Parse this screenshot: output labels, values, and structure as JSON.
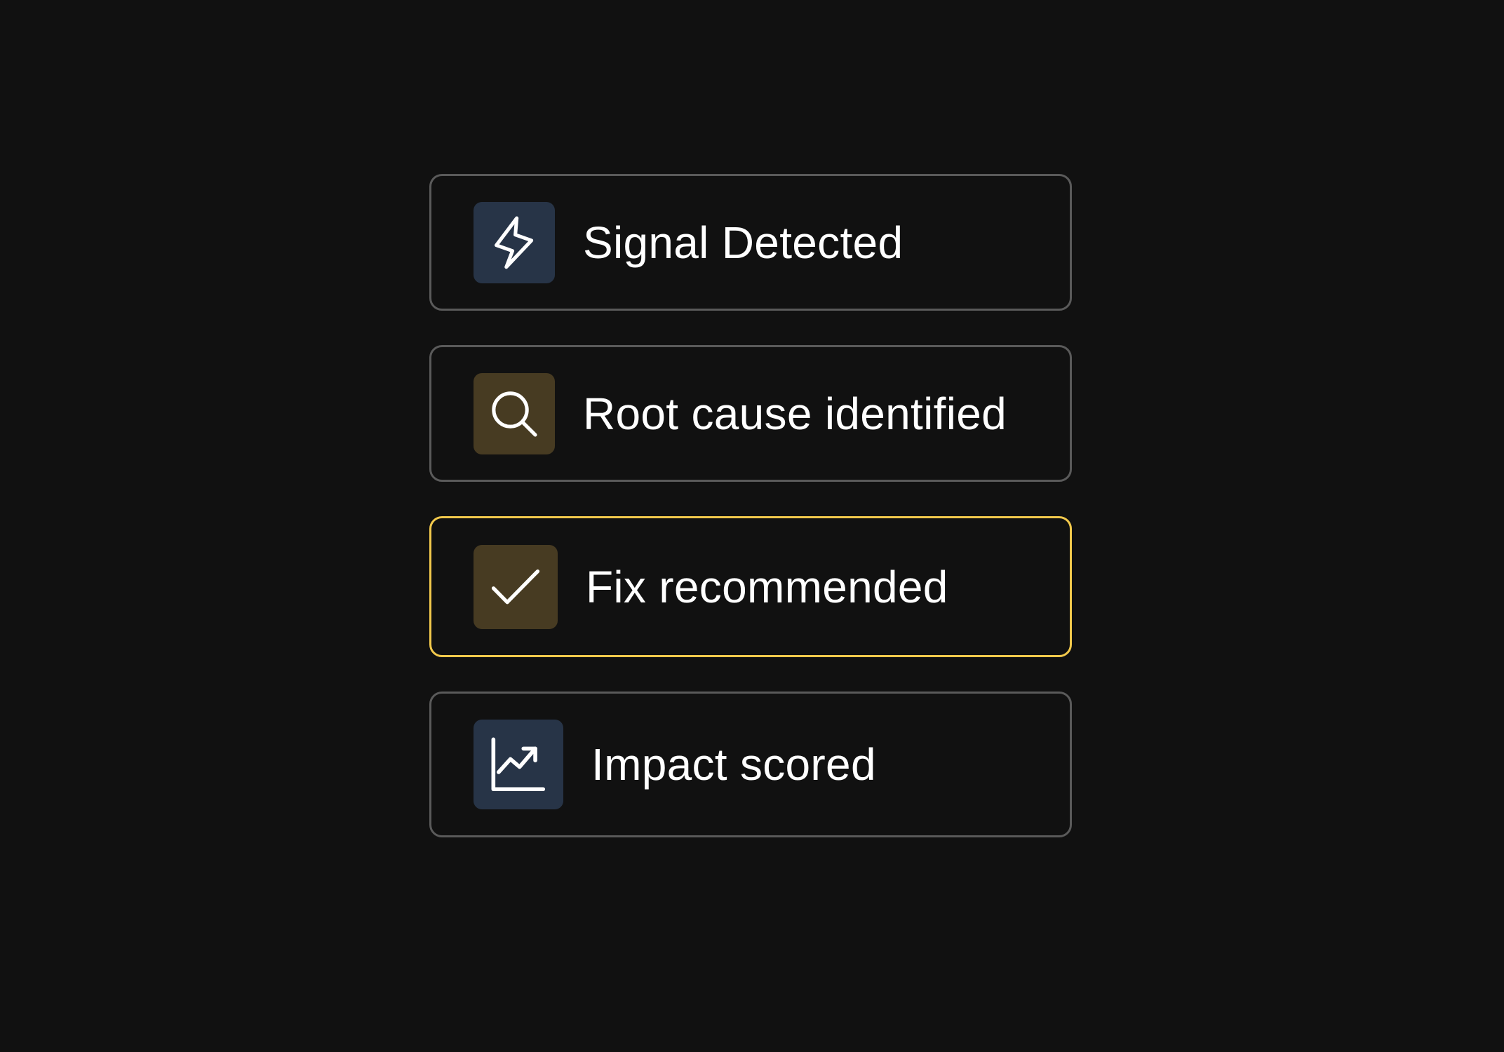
{
  "steps": [
    {
      "label": "Signal Detected",
      "icon": "lightning-bolt-icon",
      "icon_bg": "#273447",
      "active": false
    },
    {
      "label": "Root cause identified",
      "icon": "magnifying-glass-icon",
      "icon_bg": "#473b22",
      "active": false
    },
    {
      "label": "Fix recommended",
      "icon": "checkmark-icon",
      "icon_bg": "#473b22",
      "active": true
    },
    {
      "label": "Impact scored",
      "icon": "trending-chart-icon",
      "icon_bg": "#273447",
      "active": false
    }
  ],
  "colors": {
    "background": "#111111",
    "card_border": "#5a5a5a",
    "active_border": "#f2c94c",
    "text": "#ffffff"
  }
}
